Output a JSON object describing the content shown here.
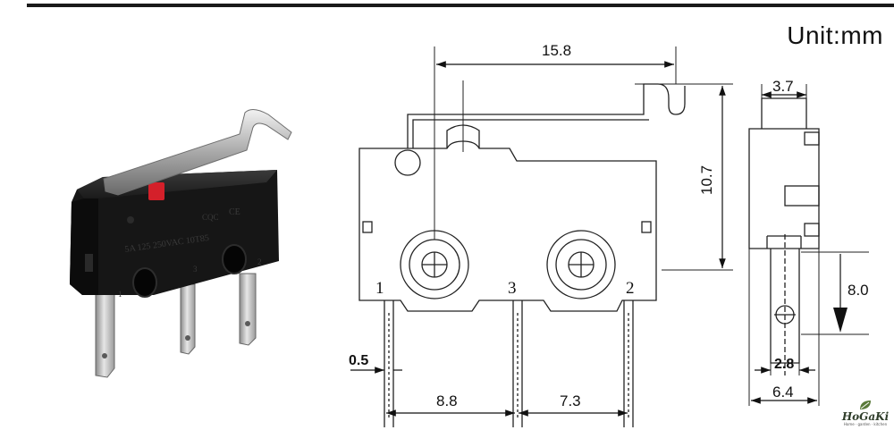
{
  "header": {
    "unit_label": "Unit:mm"
  },
  "photo": {
    "body_marking": "5A 125 250VAC 10T85",
    "cert_mark": "CQC",
    "ce_mark": "CE",
    "terminal_labels": [
      "1",
      "3",
      "2"
    ]
  },
  "drawing": {
    "front_view": {
      "pin_labels": [
        "1",
        "3",
        "2"
      ],
      "dims": {
        "lever_reach": "15.8",
        "height": "10.7",
        "pin_width": "0.5",
        "pitch_1_3": "8.8",
        "pitch_3_2": "7.3"
      }
    },
    "side_view": {
      "dims": {
        "actuator_width": "3.7",
        "terminal_length": "8.0",
        "terminal_width": "2.8",
        "body_depth": "6.4"
      }
    }
  },
  "brand": {
    "name": "HoGaKi",
    "tagline": "Home · garden · kitchen"
  }
}
